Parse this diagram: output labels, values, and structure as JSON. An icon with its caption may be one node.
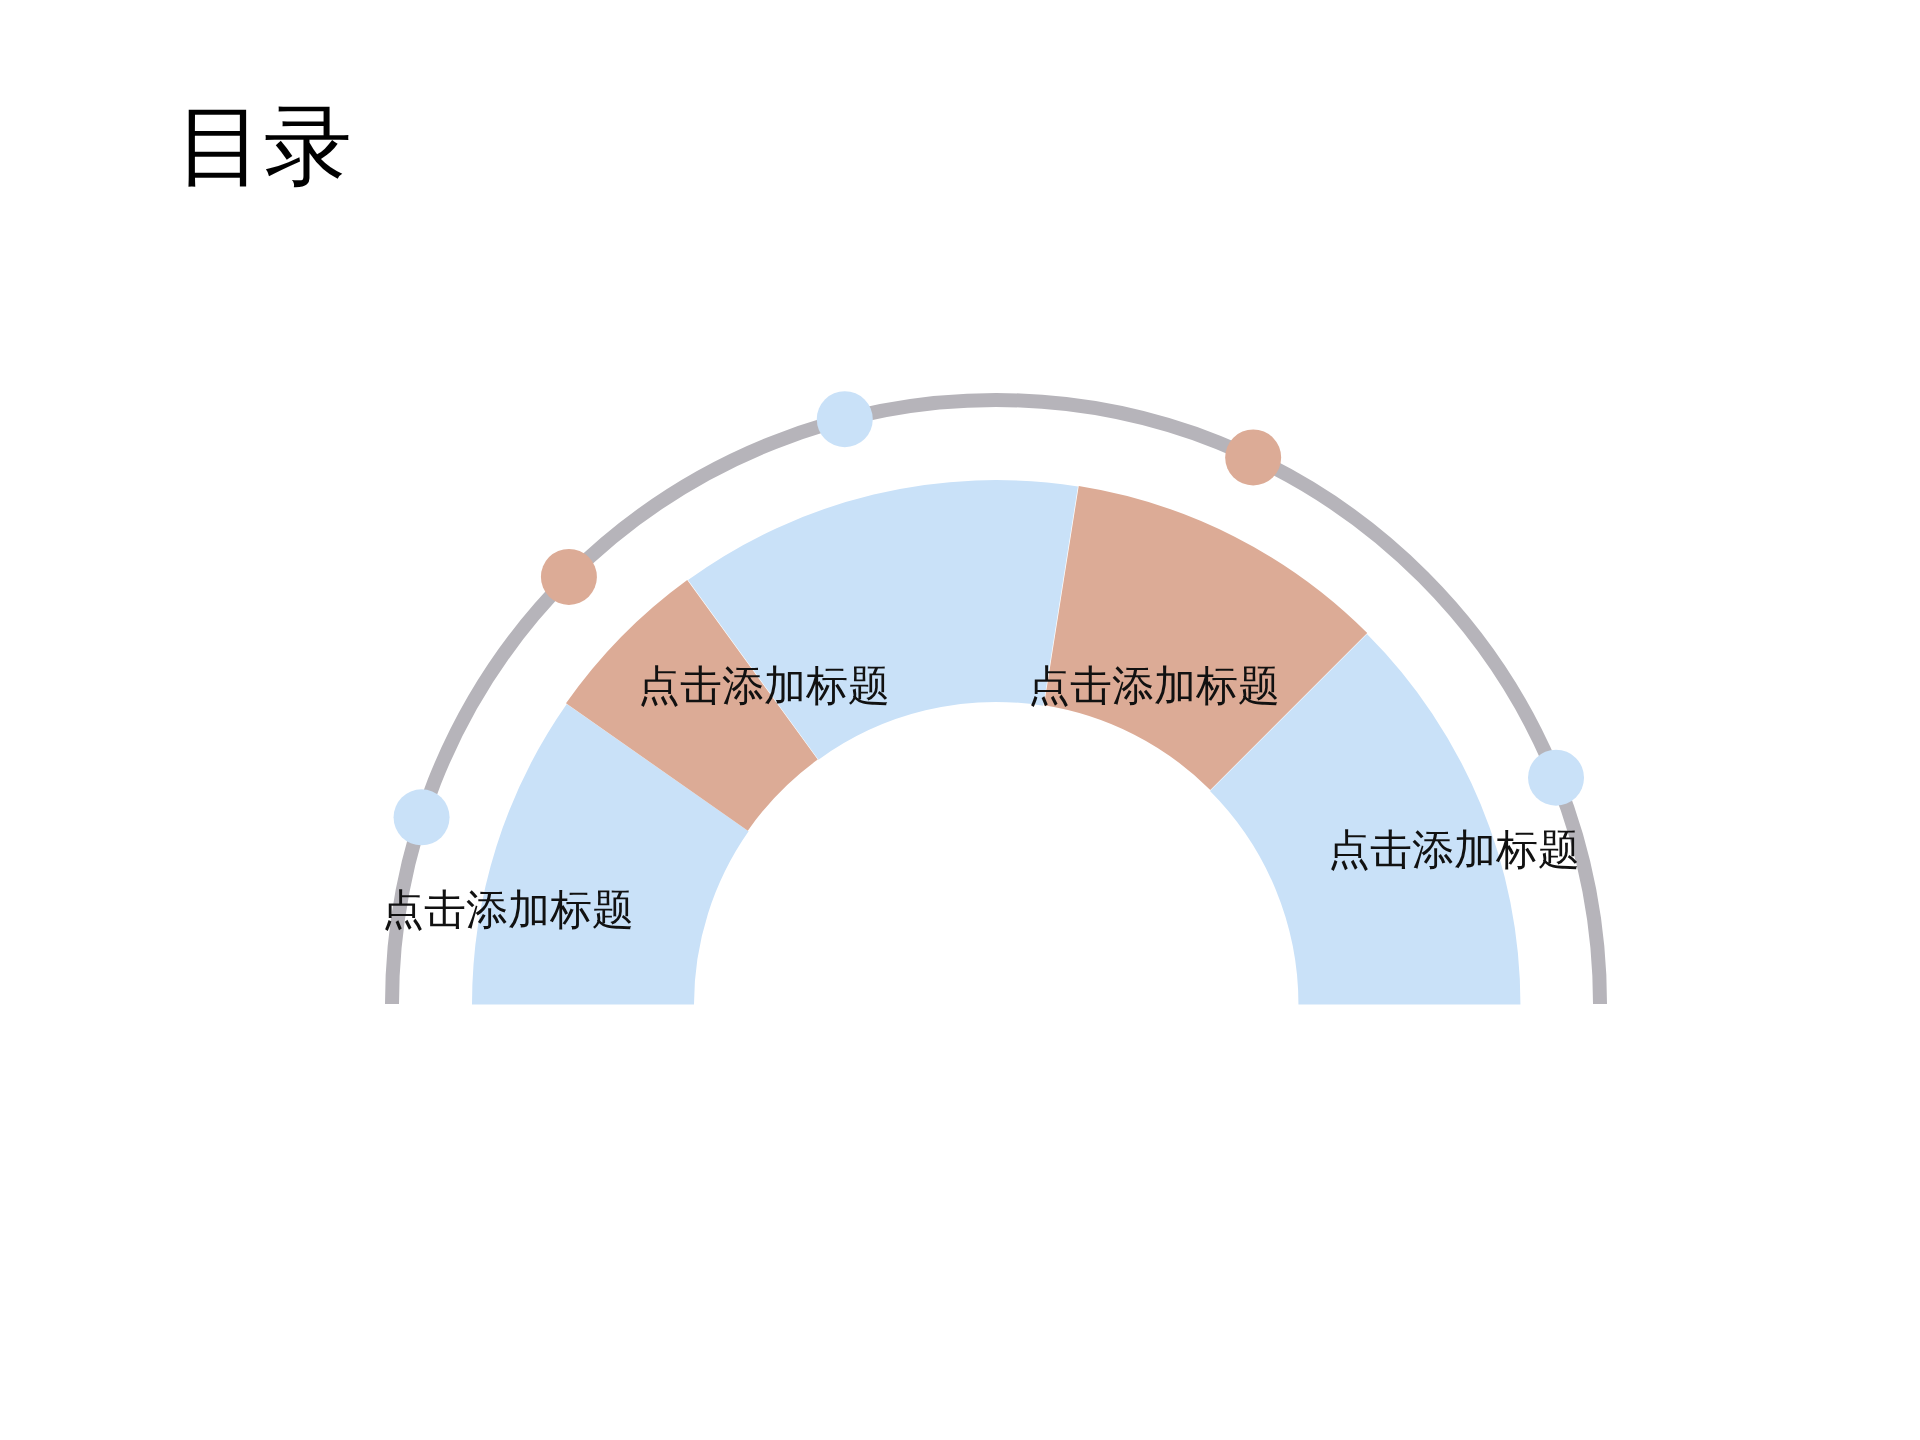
{
  "diagram": {
    "title": "目录",
    "nodes": [
      {
        "text": [
          "点击添加标题"
        ]
      },
      {
        "text": [
          "点击添加标题"
        ]
      },
      {
        "text": [],
        "shape": "band"
      },
      {
        "text": [
          "点击添加标题"
        ]
      },
      {
        "text": [
          "点击添加标题"
        ]
      }
    ]
  }
}
